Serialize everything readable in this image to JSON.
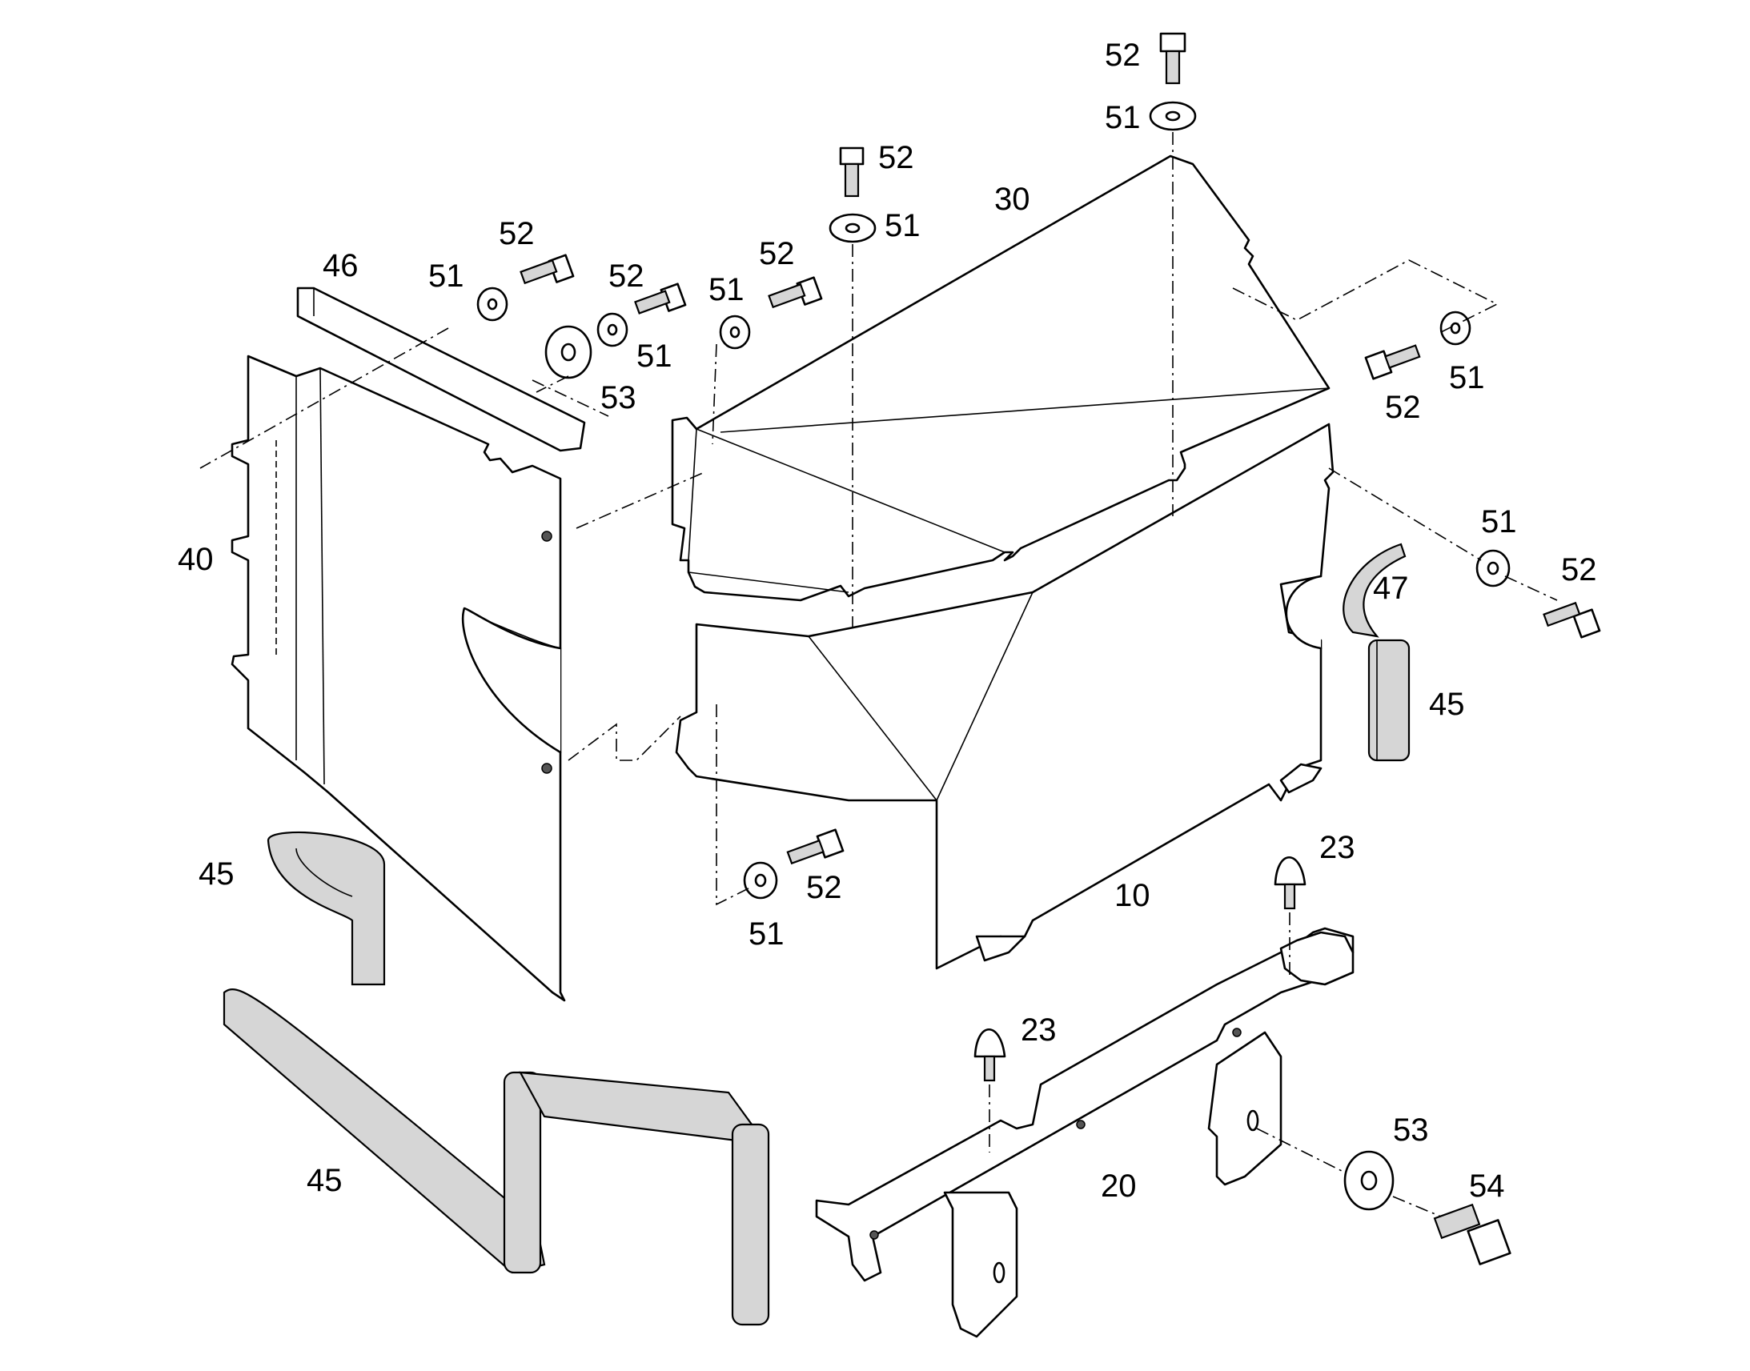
{
  "callouts": [
    {
      "id": "c-52-top",
      "text": "52"
    },
    {
      "id": "c-51-top",
      "text": "51"
    },
    {
      "id": "c-52-mid",
      "text": "52"
    },
    {
      "id": "c-51-mid",
      "text": "51"
    },
    {
      "id": "c-30",
      "text": "30"
    },
    {
      "id": "c-46",
      "text": "46"
    },
    {
      "id": "c-52-a",
      "text": "52"
    },
    {
      "id": "c-51-a",
      "text": "51"
    },
    {
      "id": "c-52-b",
      "text": "52"
    },
    {
      "id": "c-51-b",
      "text": "51"
    },
    {
      "id": "c-53-a",
      "text": "53"
    },
    {
      "id": "c-51-c",
      "text": "51"
    },
    {
      "id": "c-52-c",
      "text": "52"
    },
    {
      "id": "c-52-right",
      "text": "52"
    },
    {
      "id": "c-51-right",
      "text": "51"
    },
    {
      "id": "c-40",
      "text": "40"
    },
    {
      "id": "c-51-r2",
      "text": "51"
    },
    {
      "id": "c-52-r2",
      "text": "52"
    },
    {
      "id": "c-47",
      "text": "47"
    },
    {
      "id": "c-45-right",
      "text": "45"
    },
    {
      "id": "c-45-left",
      "text": "45"
    },
    {
      "id": "c-52-low",
      "text": "52"
    },
    {
      "id": "c-51-low",
      "text": "51"
    },
    {
      "id": "c-10",
      "text": "10"
    },
    {
      "id": "c-23-right",
      "text": "23"
    },
    {
      "id": "c-23-left",
      "text": "23"
    },
    {
      "id": "c-53-b",
      "text": "53"
    },
    {
      "id": "c-54",
      "text": "54"
    },
    {
      "id": "c-20",
      "text": "20"
    },
    {
      "id": "c-45-bottom",
      "text": "45"
    }
  ]
}
